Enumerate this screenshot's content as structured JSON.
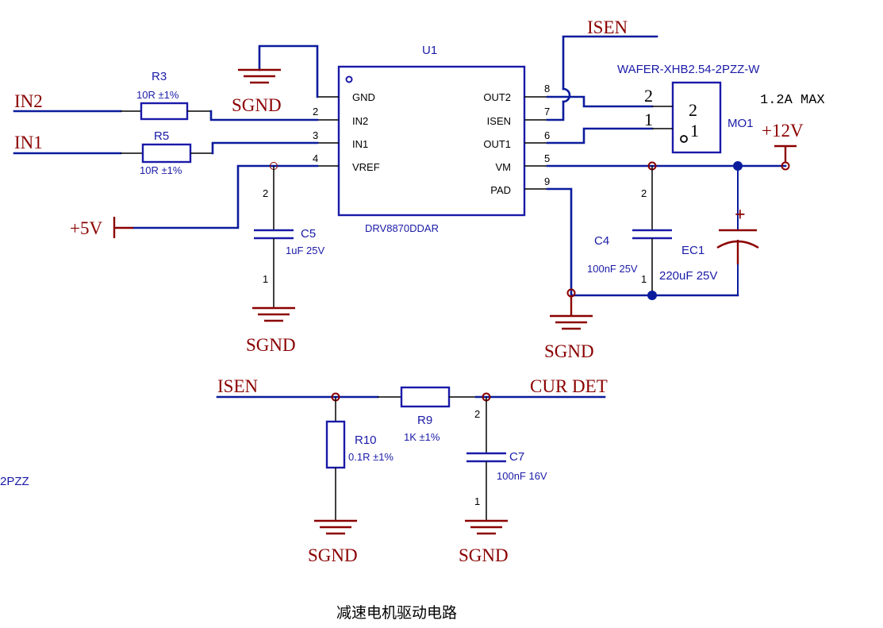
{
  "schematic": {
    "caption": "减速电机驱动电路",
    "ic": {
      "ref": "U1",
      "value": "DRV8870DDAR",
      "pins_left": [
        {
          "num": "",
          "name": "GND"
        },
        {
          "num": "2",
          "name": "IN2"
        },
        {
          "num": "3",
          "name": "IN1"
        },
        {
          "num": "4",
          "name": "VREF"
        }
      ],
      "pins_right": [
        {
          "num": "8",
          "name": "OUT2"
        },
        {
          "num": "7",
          "name": "ISEN"
        },
        {
          "num": "6",
          "name": "OUT1"
        },
        {
          "num": "5",
          "name": "VM"
        },
        {
          "num": "9",
          "name": "PAD"
        }
      ]
    },
    "resistors": {
      "r3": {
        "ref": "R3",
        "value": "10R ±1%"
      },
      "r5": {
        "ref": "R5",
        "value": "10R ±1%"
      },
      "r9": {
        "ref": "R9",
        "value": "1K ±1%"
      },
      "r10": {
        "ref": "R10",
        "value": "0.1R ±1%"
      }
    },
    "capacitors": {
      "c5": {
        "ref": "C5",
        "value": "1uF 25V",
        "pin_top": "2",
        "pin_bottom": "1"
      },
      "c4": {
        "ref": "C4",
        "value": "100nF 25V",
        "pin_top": "2",
        "pin_bottom": "1"
      },
      "c7": {
        "ref": "C7",
        "value": "100nF 16V",
        "pin_top": "2",
        "pin_bottom": "1"
      },
      "ec1": {
        "ref": "EC1",
        "value": "220uF 25V",
        "polarity": "+"
      }
    },
    "connector": {
      "ref": "MO1",
      "part": "WAFER-XHB2.54-2PZZ-W",
      "pin2": "2",
      "pin1": "1",
      "note": "1.2A MAX",
      "clipped_label": "2PZZ"
    },
    "nets": {
      "in2": "IN2",
      "in1": "IN1",
      "isen_top": "ISEN",
      "isen_bottom": "ISEN",
      "plus12v": "+12V",
      "plus5v": "+5V",
      "cur_det": "CUR DET",
      "sgnd": "SGND"
    },
    "colors": {
      "wire": "#0a1c9c",
      "net_label": "#8b0000",
      "component": "#1a1aa8"
    }
  }
}
